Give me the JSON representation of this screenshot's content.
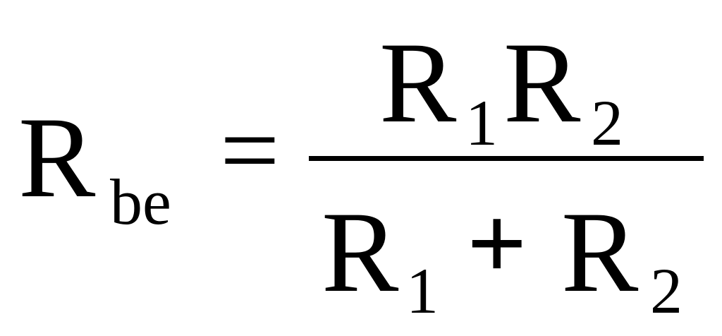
{
  "formula": {
    "lhs": {
      "symbol": "R",
      "subscript": "be"
    },
    "equals": "=",
    "numerator": {
      "first_symbol": "R",
      "first_subscript": "1",
      "second_symbol": "R",
      "second_subscript": "2"
    },
    "denominator": {
      "first_symbol": "R",
      "first_subscript": "1",
      "operator": "+",
      "second_symbol": "R",
      "second_subscript": "2"
    }
  }
}
